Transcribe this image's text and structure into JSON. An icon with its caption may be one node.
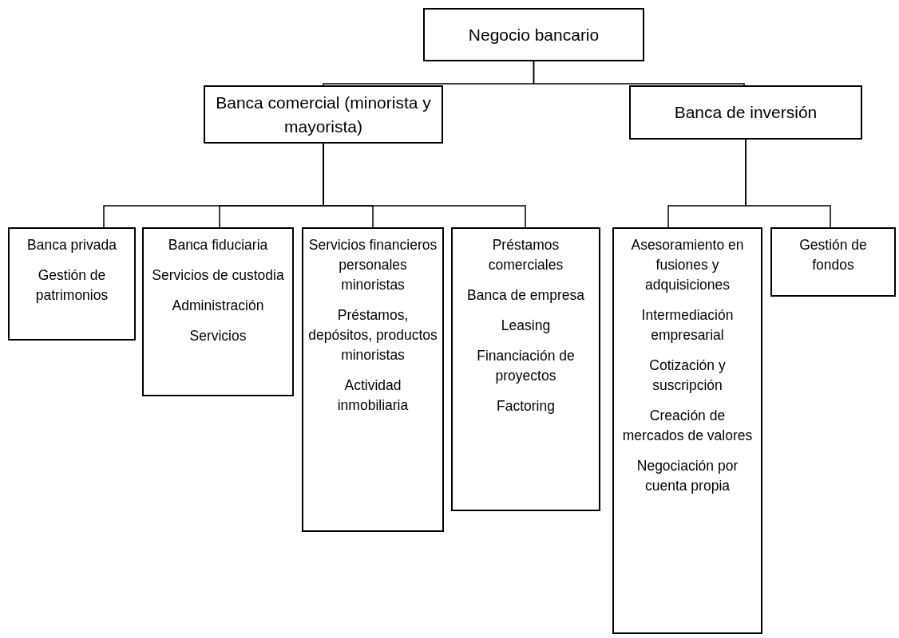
{
  "diagram": {
    "nodes": [
      {
        "text": [
          "Negocio bancario"
        ]
      },
      {
        "text": [
          "Banca comercial (minorista y mayorista)"
        ]
      },
      {
        "text": [
          "Banca de inversión"
        ]
      },
      {
        "text": [
          "Banca privada",
          "Gestión de patrimonios"
        ]
      },
      {
        "text": [
          "Banca fiduciaria",
          "Servicios de custodia",
          "Administración",
          "Servicios"
        ]
      },
      {
        "text": [
          "Servicios financieros personales minoristas",
          "Préstamos, depósitos, productos minoristas",
          "Actividad inmobiliaria"
        ]
      },
      {
        "text": [
          "Préstamos comerciales",
          "Banca de empresa",
          "Leasing",
          "Financiación de proyectos",
          "Factoring"
        ]
      },
      {
        "text": [
          "Asesoramiento en fusiones y adquisiciones",
          "Intermediación empresarial",
          "Cotización y suscripción",
          "Creación de mercados de valores",
          "Negociación por cuenta propia"
        ]
      },
      {
        "text": [
          "Gestión de fondos"
        ]
      }
    ],
    "edges": [
      {
        "from": 0,
        "to": 1,
        "arrow": "none"
      },
      {
        "from": 0,
        "to": 2,
        "arrow": "none"
      },
      {
        "from": 1,
        "to": 3,
        "arrow": "none"
      },
      {
        "from": 1,
        "to": 4,
        "arrow": "none"
      },
      {
        "from": 1,
        "to": 5,
        "arrow": "none"
      },
      {
        "from": 1,
        "to": 6,
        "arrow": "none"
      },
      {
        "from": 2,
        "to": 7,
        "arrow": "none"
      },
      {
        "from": 2,
        "to": 8,
        "arrow": "none"
      }
    ]
  }
}
